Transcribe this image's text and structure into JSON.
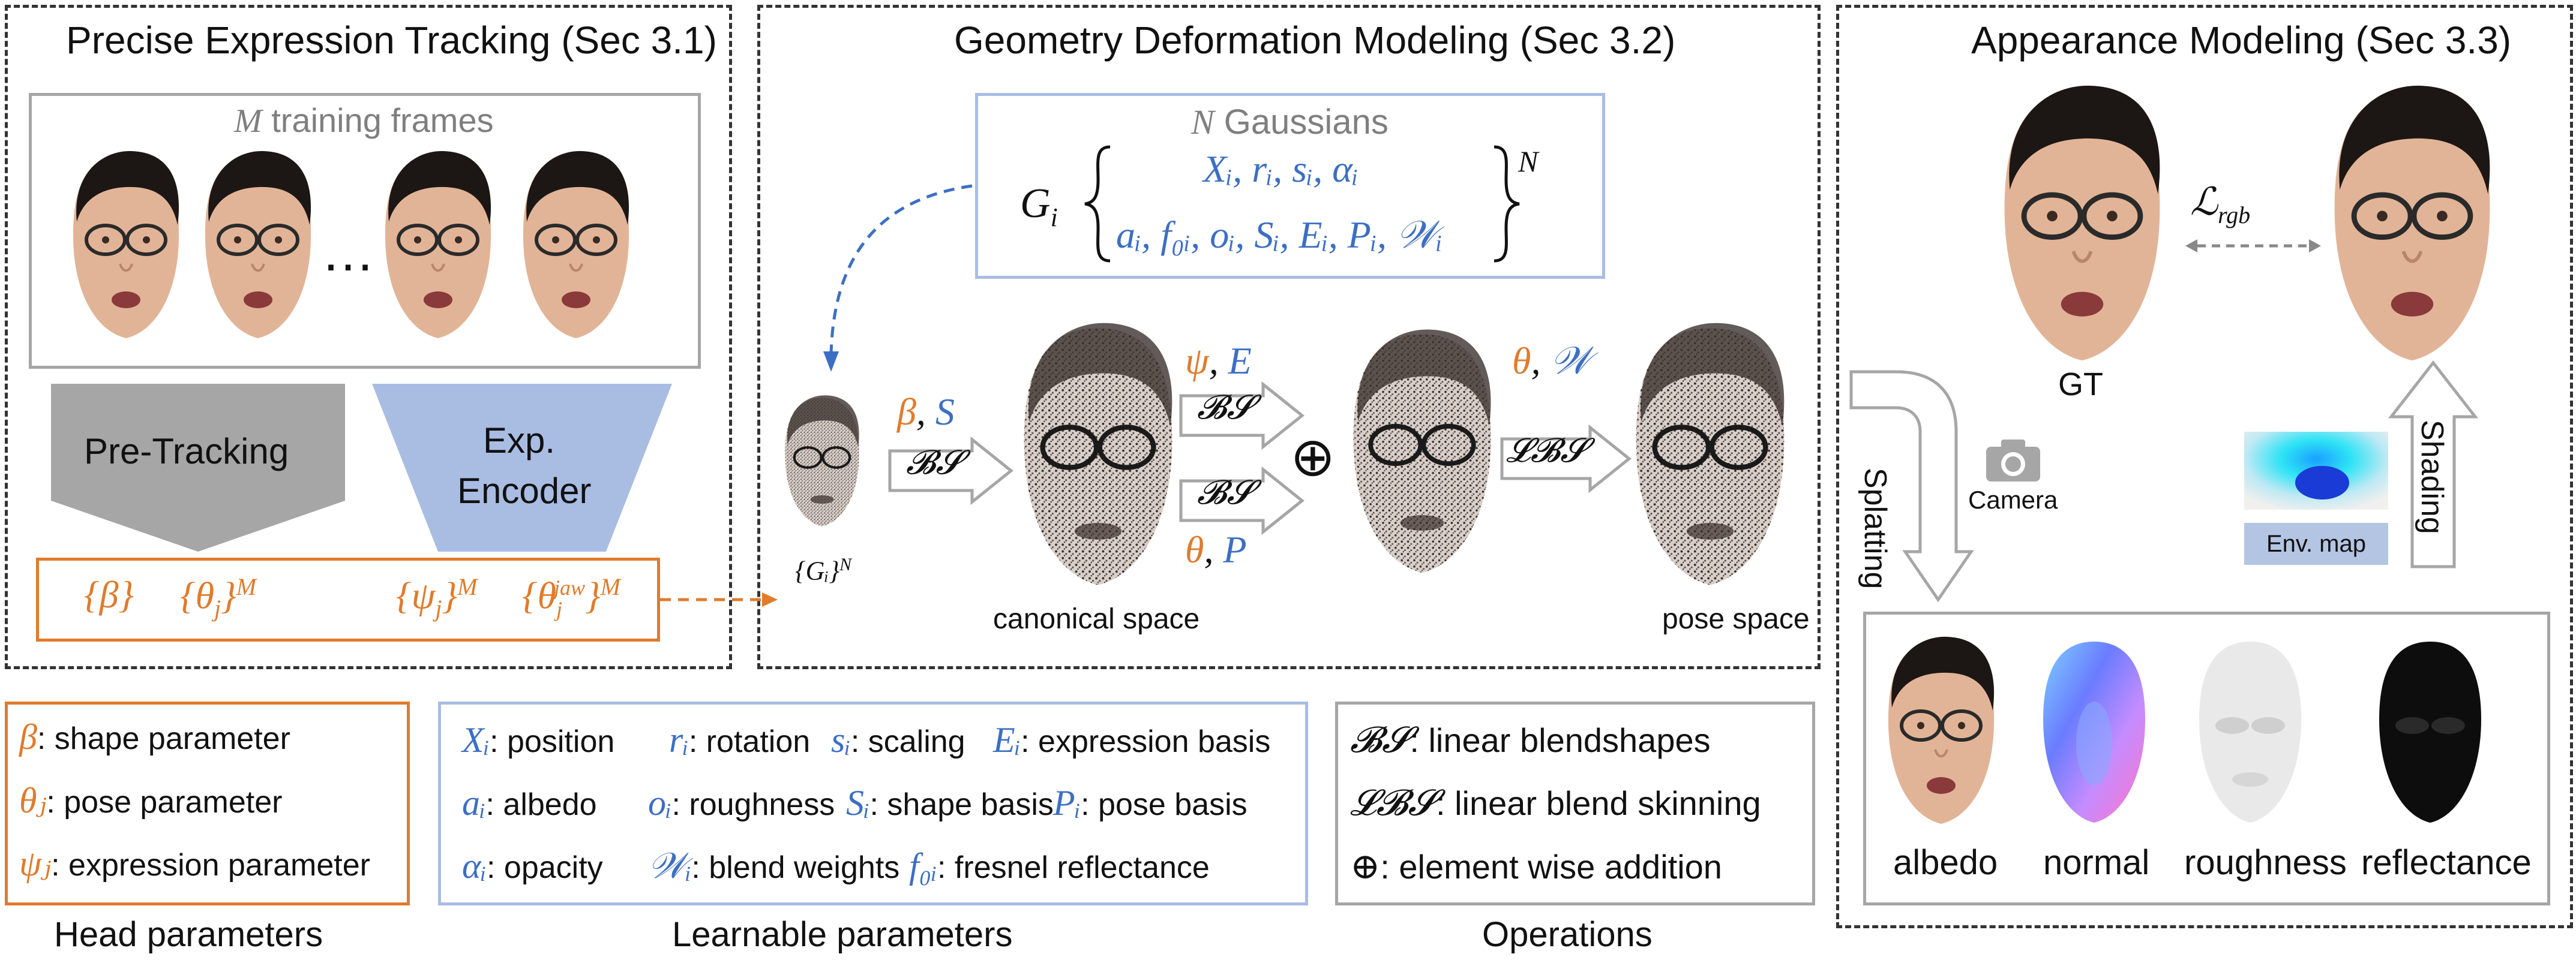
{
  "sections": {
    "tracking_title": "Precise Expression Tracking (Sec 3.1)",
    "geometry_title": "Geometry Deformation Modeling (Sec 3.2)",
    "appearance_title": "Appearance Modeling (Sec 3.3)"
  },
  "tracking": {
    "frames_caption_var": "M",
    "frames_caption_text": " training frames",
    "ellipsis": "…",
    "pretracking_label": "Pre-Tracking",
    "encoder_line1": "Exp.",
    "encoder_line2": "Encoder",
    "params_beta": "{β}",
    "params_theta": "{θ",
    "params_theta_sub": "j",
    "params_psi": "{ψ",
    "params_psi_sub": "j",
    "params_jaw": "{θ",
    "params_jaw_sub": "j",
    "params_jaw_sup": "jaw",
    "params_close": "}",
    "params_M": "M"
  },
  "geometry": {
    "gaussians_var": "N",
    "gaussians_text": " Gaussians",
    "Gi": "G",
    "Gi_sub": "i",
    "row1": "Xᵢ, rᵢ, sᵢ, αᵢ",
    "row2": "aᵢ, f₀ᵢ, oᵢ, Sᵢ, Eᵢ, Pᵢ, 𝒲ᵢ",
    "sup_N": "N",
    "small_head_label": "{Gᵢ}",
    "small_head_sup": "N",
    "arrow1_top_orange": "β",
    "arrow1_top_blue": "S",
    "arrow1_box": "𝓑𝓢",
    "arrow2_top_orange": "ψ",
    "arrow2_top_blue": "E",
    "arrow2_box": "𝓑𝓢",
    "arrow3_box": "𝓑𝓢",
    "arrow3_bot_orange": "θ",
    "arrow3_bot_blue": "P",
    "oplus": "⊕",
    "arrow4_top_orange": "θ",
    "arrow4_top_blue": "𝒲",
    "arrow4_box": "𝓛𝓑𝓢",
    "canonical_label": "canonical space",
    "pose_label": "pose space"
  },
  "appearance": {
    "gt_label": "GT",
    "loss_label": "ℒ",
    "loss_sub": "rgb",
    "splatting_label": "Splatting",
    "camera_label": "Camera",
    "shading_label": "Shading",
    "envmap_label": "Env. map",
    "albedo_label": "albedo",
    "normal_label": "normal",
    "roughness_label": "roughness",
    "reflectance_label": "reflectance"
  },
  "legend_head": {
    "title": "Head parameters",
    "items": [
      {
        "sym": "β",
        "text": ": shape parameter"
      },
      {
        "sym": "θⱼ",
        "text": ": pose parameter"
      },
      {
        "sym": "ψⱼ",
        "text": ": expression parameter"
      }
    ]
  },
  "legend_learnable": {
    "title": "Learnable parameters",
    "row1": [
      {
        "sym": "Xᵢ",
        "text": ": position"
      },
      {
        "sym": "rᵢ",
        "text": ": rotation"
      },
      {
        "sym": "sᵢ",
        "text": ": scaling"
      },
      {
        "sym": "Eᵢ",
        "text": ": expression basis"
      }
    ],
    "row2": [
      {
        "sym": "aᵢ",
        "text": ": albedo"
      },
      {
        "sym": "oᵢ",
        "text": ": roughness"
      },
      {
        "sym": "Sᵢ",
        "text": ": shape basis"
      },
      {
        "sym": "Pᵢ",
        "text": ": pose basis"
      }
    ],
    "row3": [
      {
        "sym": "αᵢ",
        "text": ": opacity"
      },
      {
        "sym": "𝒲ᵢ",
        "text": ": blend weights"
      },
      {
        "sym": "f₀ᵢ",
        "text": ": fresnel reflectance"
      }
    ]
  },
  "legend_ops": {
    "title": "Operations",
    "items": [
      {
        "sym": "𝓑𝓢",
        "text": ": linear blendshapes"
      },
      {
        "sym": "𝓛𝓑𝓢",
        "text": ": linear blend skinning"
      },
      {
        "sym": "⊕",
        "text": ": element wise addition"
      }
    ]
  },
  "colors": {
    "orange": "#e07b2c",
    "blue": "#3c6fc3",
    "gray_box": "#a6a6a6",
    "pretracking_fill": "#a6a6a6",
    "encoder_fill": "#a9bde3",
    "envmap_label_fill": "#b4c5e4"
  }
}
